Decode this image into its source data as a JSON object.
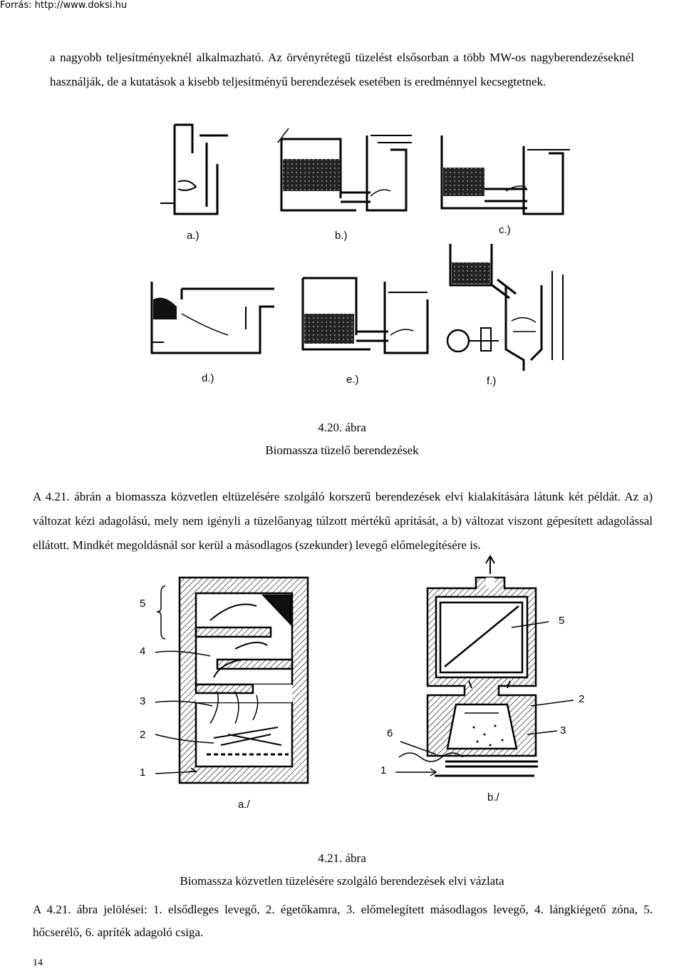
{
  "source_label": "Forrás: http://www.doksi.hu",
  "intro_paragraph": "a nagyobb teljesítményeknél alkalmazható. Az örvényrétegű tüzelést elsősorban a több MW-os nagyberendezéseknél használják, de a kutatások a kisebb teljesítményű berendezések esetében is eredménnyel kecsegtetnek.",
  "figure1": {
    "labels": [
      "a.)",
      "b.)",
      "c.)",
      "d.)",
      "e.)",
      "f.)"
    ],
    "number": "4.20. ábra",
    "title": "Biomassza tüzelő berendezések"
  },
  "paragraph2": "A 4.21. ábrán a biomassza közvetlen eltüzelésére szolgáló korszerű berendezések elvi kialakítására látunk két példát. Az a) változat kézi adagolású, mely nem igényli a tüzelőanyag túlzott mértékű aprítását, a b) változat viszont gépesített adagolással ellátott. Mindkét megoldásnál sor kerül a másodlagos (szekunder) levegő előmelegítésére is.",
  "figure2": {
    "left_numbers": [
      "5",
      "4",
      "3",
      "2",
      "1"
    ],
    "right_numbers": [
      "5",
      "2",
      "6",
      "3",
      "1"
    ],
    "sub_a": "a./",
    "sub_b": "b./",
    "number": "4.21. ábra",
    "title": "Biomassza közvetlen tüzelésére szolgáló berendezések elvi vázlata"
  },
  "legend": "A 4.21. ábra jelölései: 1. elsődleges levegő, 2. égetőkamra, 3. előmelegített másodlagos levegő, 4. lángkiégető zóna, 5. hőcserélő, 6. apríték adagoló csiga.",
  "page_number": "14"
}
